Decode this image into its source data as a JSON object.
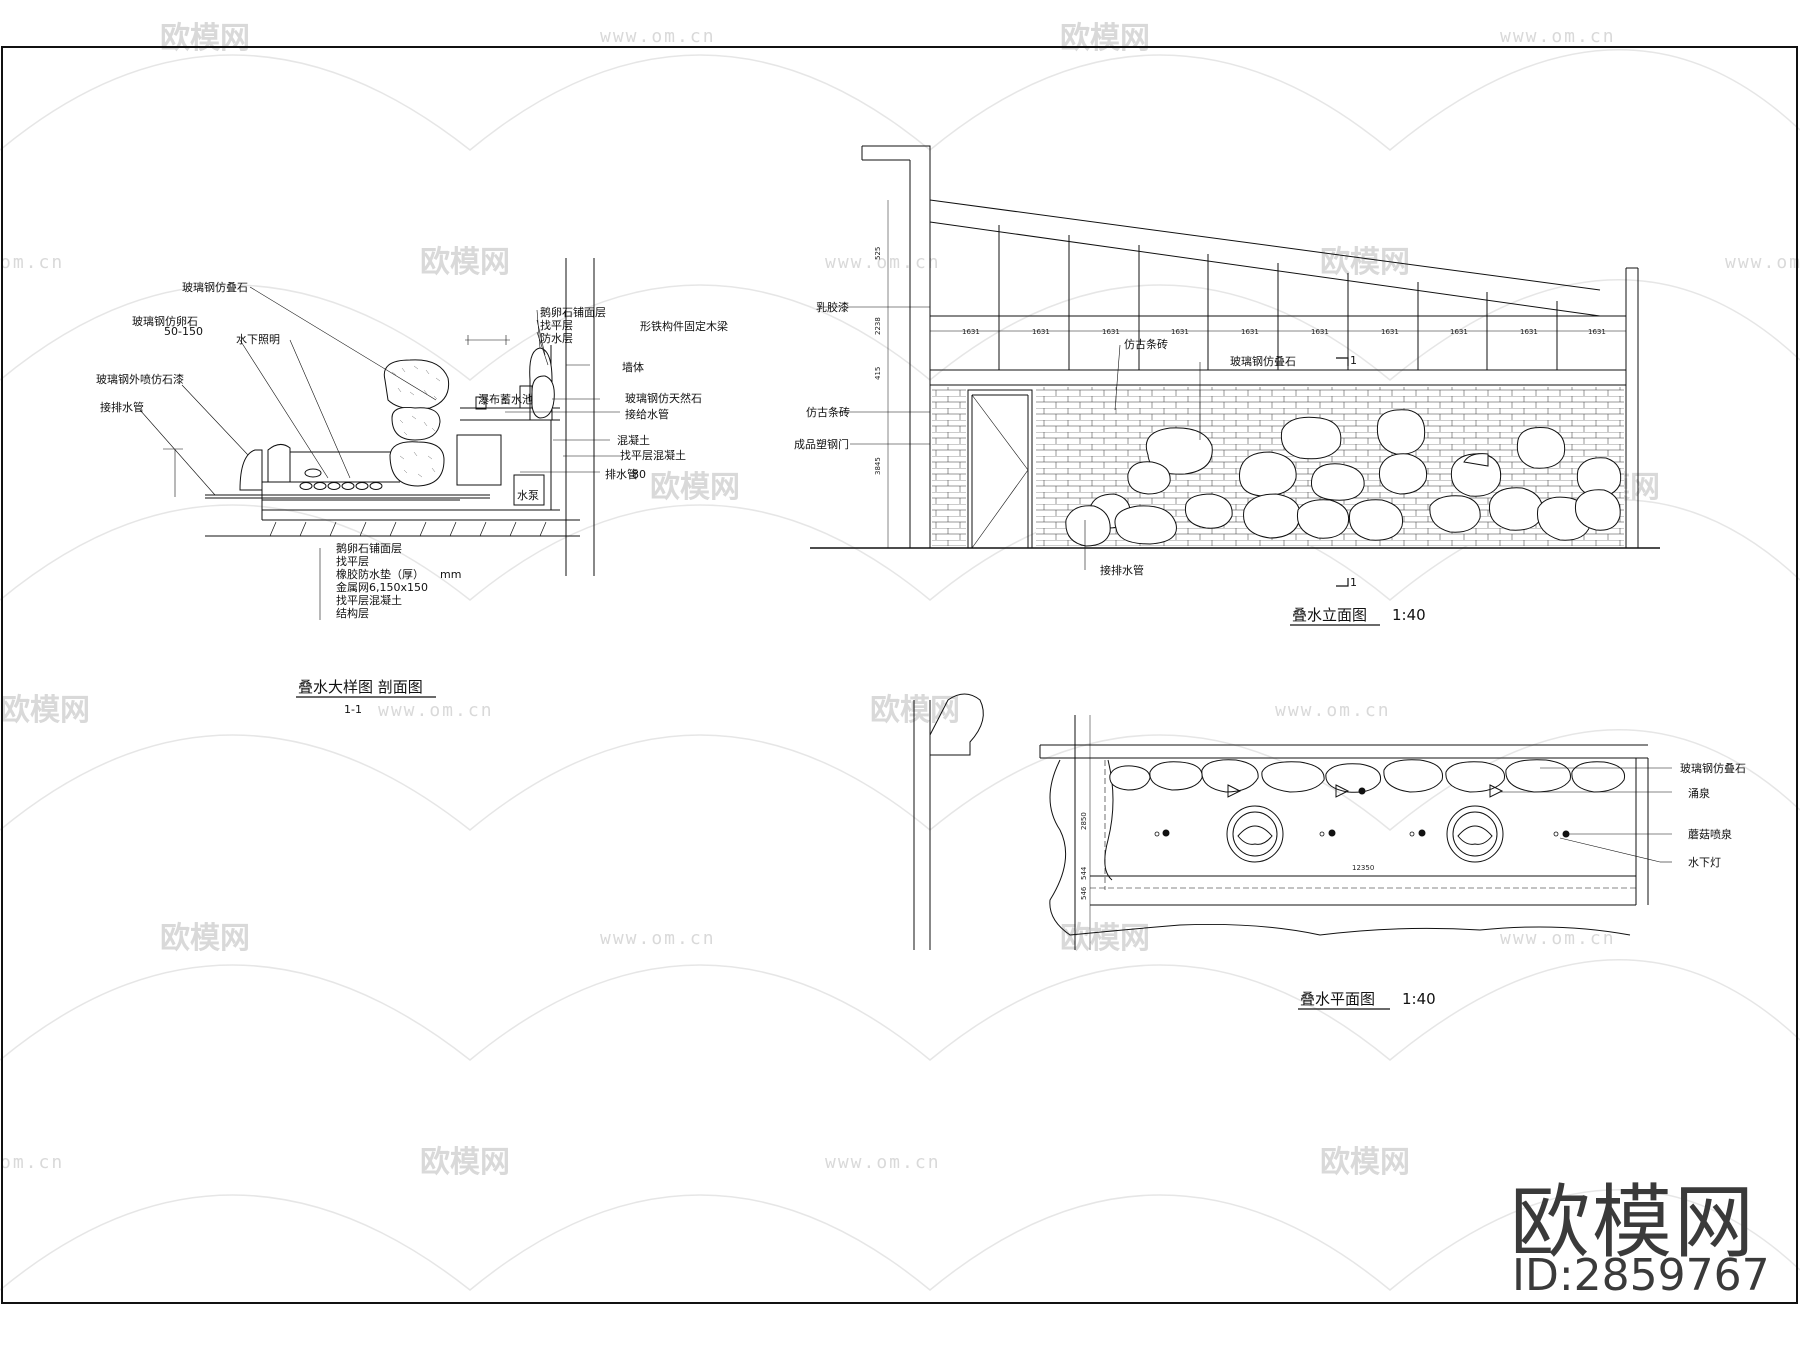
{
  "watermark": {
    "logo": "欧模网",
    "url": "www.om.cn",
    "url_short": "om.cn"
  },
  "brand": {
    "name": "欧模网",
    "id": "ID:2859767"
  },
  "section": {
    "title": "叠水大样图 剖面图",
    "subtitle": "1-1",
    "labels": {
      "l1": "玻璃钢仿叠石",
      "l2": "玻璃钢仿卵石",
      "l2b": "50-150",
      "l3": "水下照明",
      "l4": "玻璃钢外喷仿石漆",
      "l5": "接排水管",
      "r1": "鹅卵石铺面层",
      "r2": "找平层",
      "r3": "防水层",
      "r4": "形铁构件固定木梁",
      "r5": "墙体",
      "r6": "瀑布蓄水池",
      "r7": "玻璃钢仿天然石",
      "r8": "接给水管",
      "r9": "混凝土",
      "r10": "找平层混凝土",
      "r11": "排水管",
      "r11b": "80",
      "pump": "水泵",
      "b1": "鹅卵石铺面层",
      "b2": "找平层",
      "b3": "橡胶防水垫（厚）",
      "b3b": "mm",
      "b4": "金属网6,150x150",
      "b5": "找平层混凝土",
      "b6": "结构层"
    }
  },
  "elevation": {
    "title": "叠水立面图",
    "scale": "1:40",
    "labels": {
      "paint": "乳胶漆",
      "brick1": "仿古条砖",
      "brick2": "仿古条砖",
      "door": "成品塑钢门",
      "stone": "玻璃钢仿叠石",
      "drain": "接排水管",
      "cut_top": "1",
      "cut_bottom": "1"
    },
    "panel_dims": [
      "1631",
      "1631",
      "1631",
      "1631",
      "1631",
      "1631",
      "1631",
      "1631",
      "1631",
      "1631"
    ],
    "height_dims": [
      "525",
      "2238",
      "415",
      "3845"
    ]
  },
  "plan": {
    "title": "叠水平面图",
    "scale": "1:40",
    "labels": {
      "stone": "玻璃钢仿叠石",
      "spring": "涌泉",
      "mushroom": "蘑菇喷泉",
      "light": "水下灯",
      "width": "12350",
      "h1": "2850",
      "h2": "544",
      "h3": "546"
    }
  }
}
